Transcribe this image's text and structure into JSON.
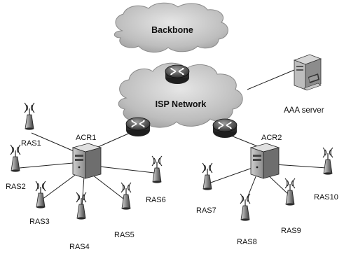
{
  "diagram": {
    "clouds": {
      "backbone": "Backbone",
      "isp": "ISP Network"
    },
    "server": "AAA server",
    "access_routers": {
      "acr1": "ACR1",
      "acr2": "ACR2"
    },
    "ras": [
      "RAS1",
      "RAS2",
      "RAS3",
      "RAS4",
      "RAS5",
      "RAS6",
      "RAS7",
      "RAS8",
      "RAS9",
      "RAS10"
    ]
  }
}
